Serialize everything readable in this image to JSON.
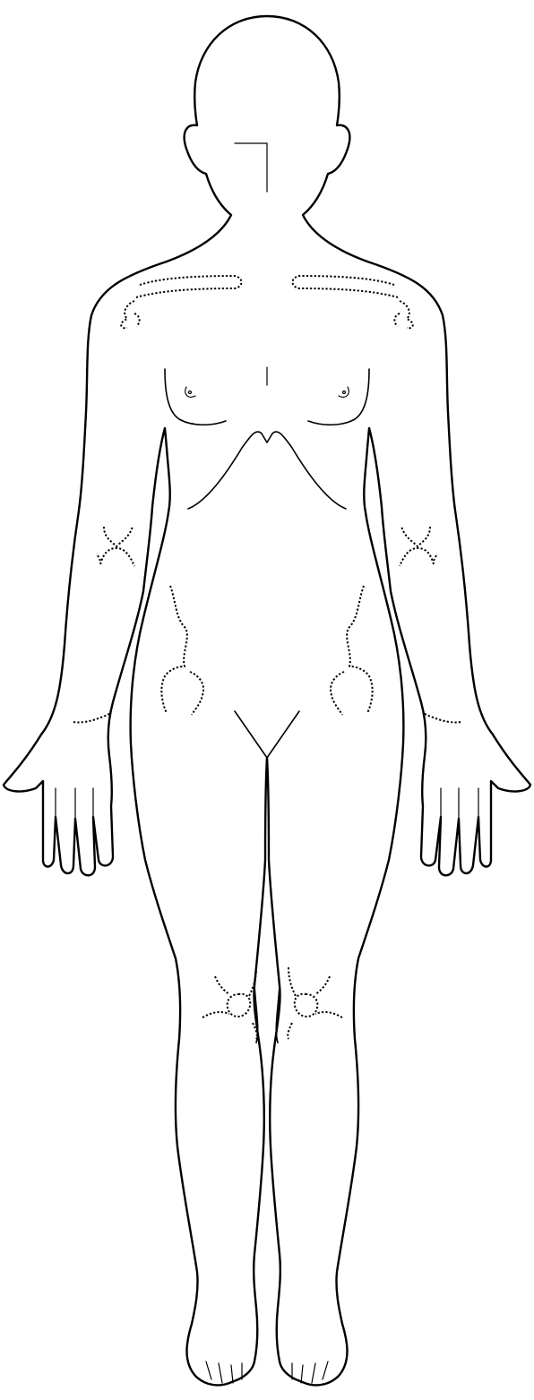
{
  "figure": {
    "view": "front",
    "background_color": "#ffffff",
    "line_color": "#000000",
    "has_text": false,
    "regions": [
      "head",
      "neck",
      "torso",
      "left-arm",
      "right-arm",
      "left-hand",
      "right-hand",
      "left-leg",
      "right-leg",
      "left-foot",
      "right-foot"
    ],
    "marked_areas": [
      "left-clavicle",
      "right-clavicle",
      "left-shoulder",
      "right-shoulder",
      "left-elbow",
      "right-elbow",
      "left-hip",
      "right-hip",
      "left-wrist",
      "right-wrist",
      "left-knee",
      "right-knee"
    ],
    "marking_style": "dotted"
  }
}
